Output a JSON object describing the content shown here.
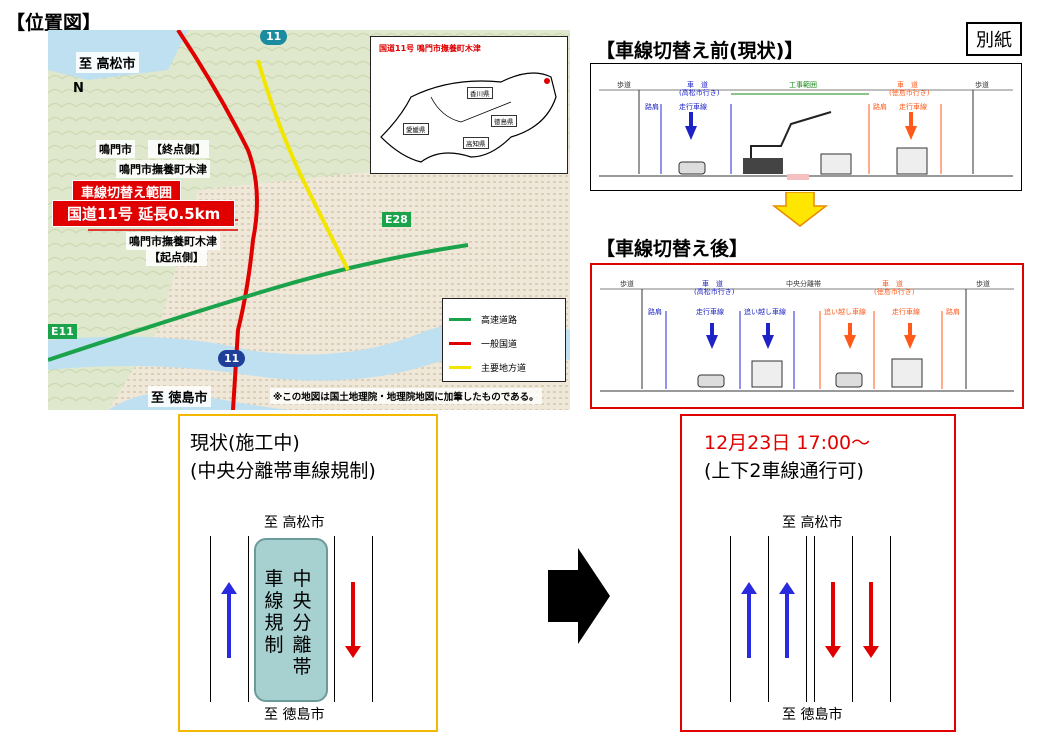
{
  "header": {
    "title": "【位置図】",
    "attachment": "別紙"
  },
  "map": {
    "to_takamatsu": "至 高松市",
    "to_tokushima": "至 徳島市",
    "north": "N",
    "city_label": "鳴門市",
    "end_side": "【終点側】",
    "end_place": "鳴門市撫養町木津",
    "lane_switch_range": "車線切替え範囲",
    "route_length": "国道11号 延長0.5km",
    "start_place": "鳴門市撫養町木津",
    "start_side": "【起点側】",
    "route_shield": "11",
    "route_shield_top": "11",
    "expressway_code_1": "E28",
    "expressway_code_2": "E11",
    "note": "※この地図は国土地理院・地理院地図に加筆したものである。",
    "legend": [
      {
        "label": "高速道路",
        "color": "#1aa34a"
      },
      {
        "label": "一般国道",
        "color": "#e00000"
      },
      {
        "label": "主要地方道",
        "color": "#f2e600"
      }
    ],
    "inset": {
      "title": "国道11号 鳴門市撫養町木津",
      "prefectures": [
        "香川県",
        "徳島県",
        "愛媛県",
        "高知県"
      ]
    }
  },
  "before": {
    "title": "【車線切替え前(現状)】",
    "labels": {
      "sidewalk_left": "歩道",
      "sidewalk_right": "歩道",
      "road_left": "車　道",
      "road_left_sub": "(高松市行き)",
      "road_right": "車　道",
      "road_right_sub": "(徳島市行き)",
      "work_zone": "工事範囲",
      "shoulder_l": "路肩",
      "lane_l": "走行車線",
      "shoulder_r": "路肩",
      "lane_r": "走行車線"
    }
  },
  "after": {
    "title": "【車線切替え後】",
    "labels": {
      "sidewalk_left": "歩道",
      "sidewalk_right": "歩道",
      "road_left": "車　道",
      "road_left_sub": "(高松市行き)",
      "median": "中央分離帯",
      "road_right": "車　道",
      "road_right_sub": "(徳島市行き)",
      "shoulder_l": "路肩",
      "lane_l": "走行車線",
      "pass_l": "追い越し車線",
      "pass_r": "追い越し車線",
      "lane_r": "走行車線",
      "shoulder_r": "路肩"
    }
  },
  "current_panel": {
    "title_line1": "現状(施工中)",
    "title_line2": "(中央分離帯車線規制)",
    "to_north": "至 高松市",
    "to_south": "至 徳島市",
    "regulation_col1": "車線規制",
    "regulation_col2": "中央分離帯"
  },
  "future_panel": {
    "date_time": "12月23日 17:00～",
    "subtitle": "(上下2車線通行可)",
    "to_north": "至 高松市",
    "to_south": "至 徳島市"
  },
  "colors": {
    "red": "#e00000",
    "blue": "#2a2adf",
    "orange_frame": "#f5b800",
    "orange_arrow": "#ff5a1a",
    "gray_block": "#a7d0d0"
  }
}
